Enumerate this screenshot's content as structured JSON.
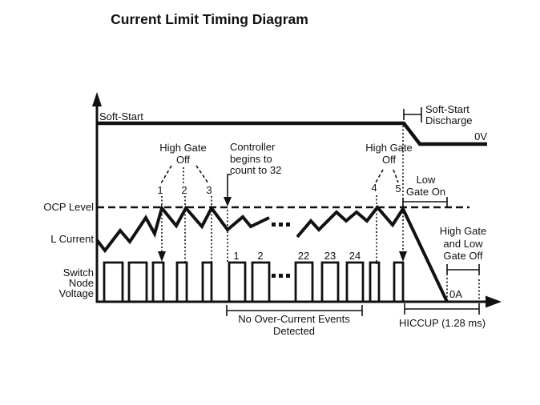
{
  "title": "Current Limit Timing Diagram",
  "waveform_labels": {
    "soft_start": "Soft-Start",
    "zero_volts": "0V",
    "ocp_level": "OCP Level",
    "l_current": "L Current",
    "switch_node": [
      "Switch",
      "Node",
      "Voltage"
    ],
    "zero_amps": "0A"
  },
  "annotations": {
    "soft_start_discharge": [
      "Soft-Start",
      "Discharge"
    ],
    "high_gate_off_1": [
      "High Gate",
      "Off"
    ],
    "controller_count": [
      "Controller",
      "begins to",
      "count to 32"
    ],
    "high_gate_off_2": [
      "High Gate",
      "Off"
    ],
    "low_gate_on": [
      "Low",
      "Gate On"
    ],
    "high_low_gate_off": [
      "High Gate",
      "and Low",
      "Gate Off"
    ],
    "no_oc_events": [
      "No Over-Current Events",
      "Detected"
    ],
    "hiccup": "HICCUP (1.28 ms)"
  },
  "ocp_event_ticks": [
    "1",
    "2",
    "3",
    "4",
    "5"
  ],
  "pulse_count_labels": [
    "1",
    "2",
    "22",
    "23",
    "24"
  ],
  "colors": {
    "ink": "#111111",
    "background": "#ffffff"
  }
}
